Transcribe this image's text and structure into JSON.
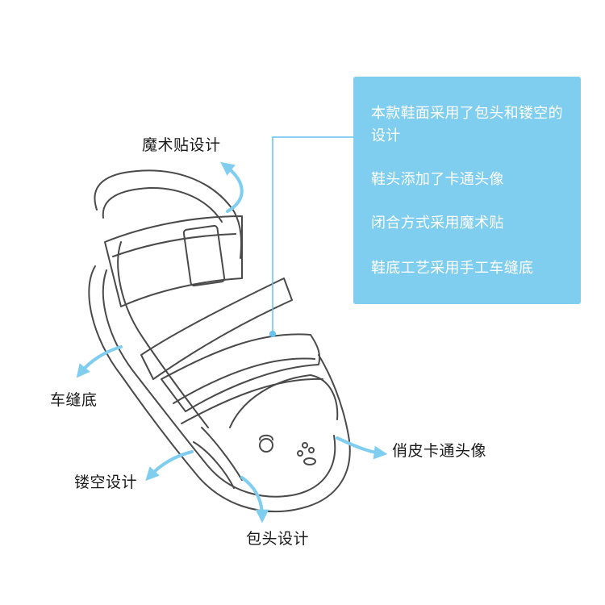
{
  "callouts": {
    "velcro": "魔术贴设计",
    "stitched_sole": "车缝底",
    "cutout": "镂空设计",
    "toe_cap": "包头设计",
    "cartoon_face": "俏皮卡通头像"
  },
  "info_box": {
    "lines": [
      "本款鞋面采用了包头和镂空的设计",
      "鞋头添加了卡通头像",
      "闭合方式采用魔术贴",
      "鞋底工艺采用手工车缝底"
    ]
  },
  "colors": {
    "accent": "#7fcdef",
    "arrow": "#7fcdef",
    "sketch": "#4a4a4a",
    "pointer": "#66c2ee"
  }
}
